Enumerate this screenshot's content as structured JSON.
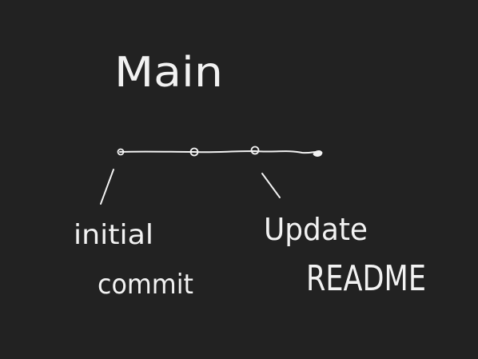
{
  "branch": {
    "name": "Main"
  },
  "commits": [
    {
      "id": "c1",
      "message_lines": [
        "initial",
        "commit"
      ],
      "labeled": true
    },
    {
      "id": "c2",
      "message_lines": [],
      "labeled": false
    },
    {
      "id": "c3",
      "message_lines": [
        "Update",
        "README"
      ],
      "labeled": true
    },
    {
      "id": "c4",
      "message_lines": [],
      "labeled": false
    }
  ],
  "colors": {
    "background": "#222222",
    "ink": "#f2f2f2"
  }
}
